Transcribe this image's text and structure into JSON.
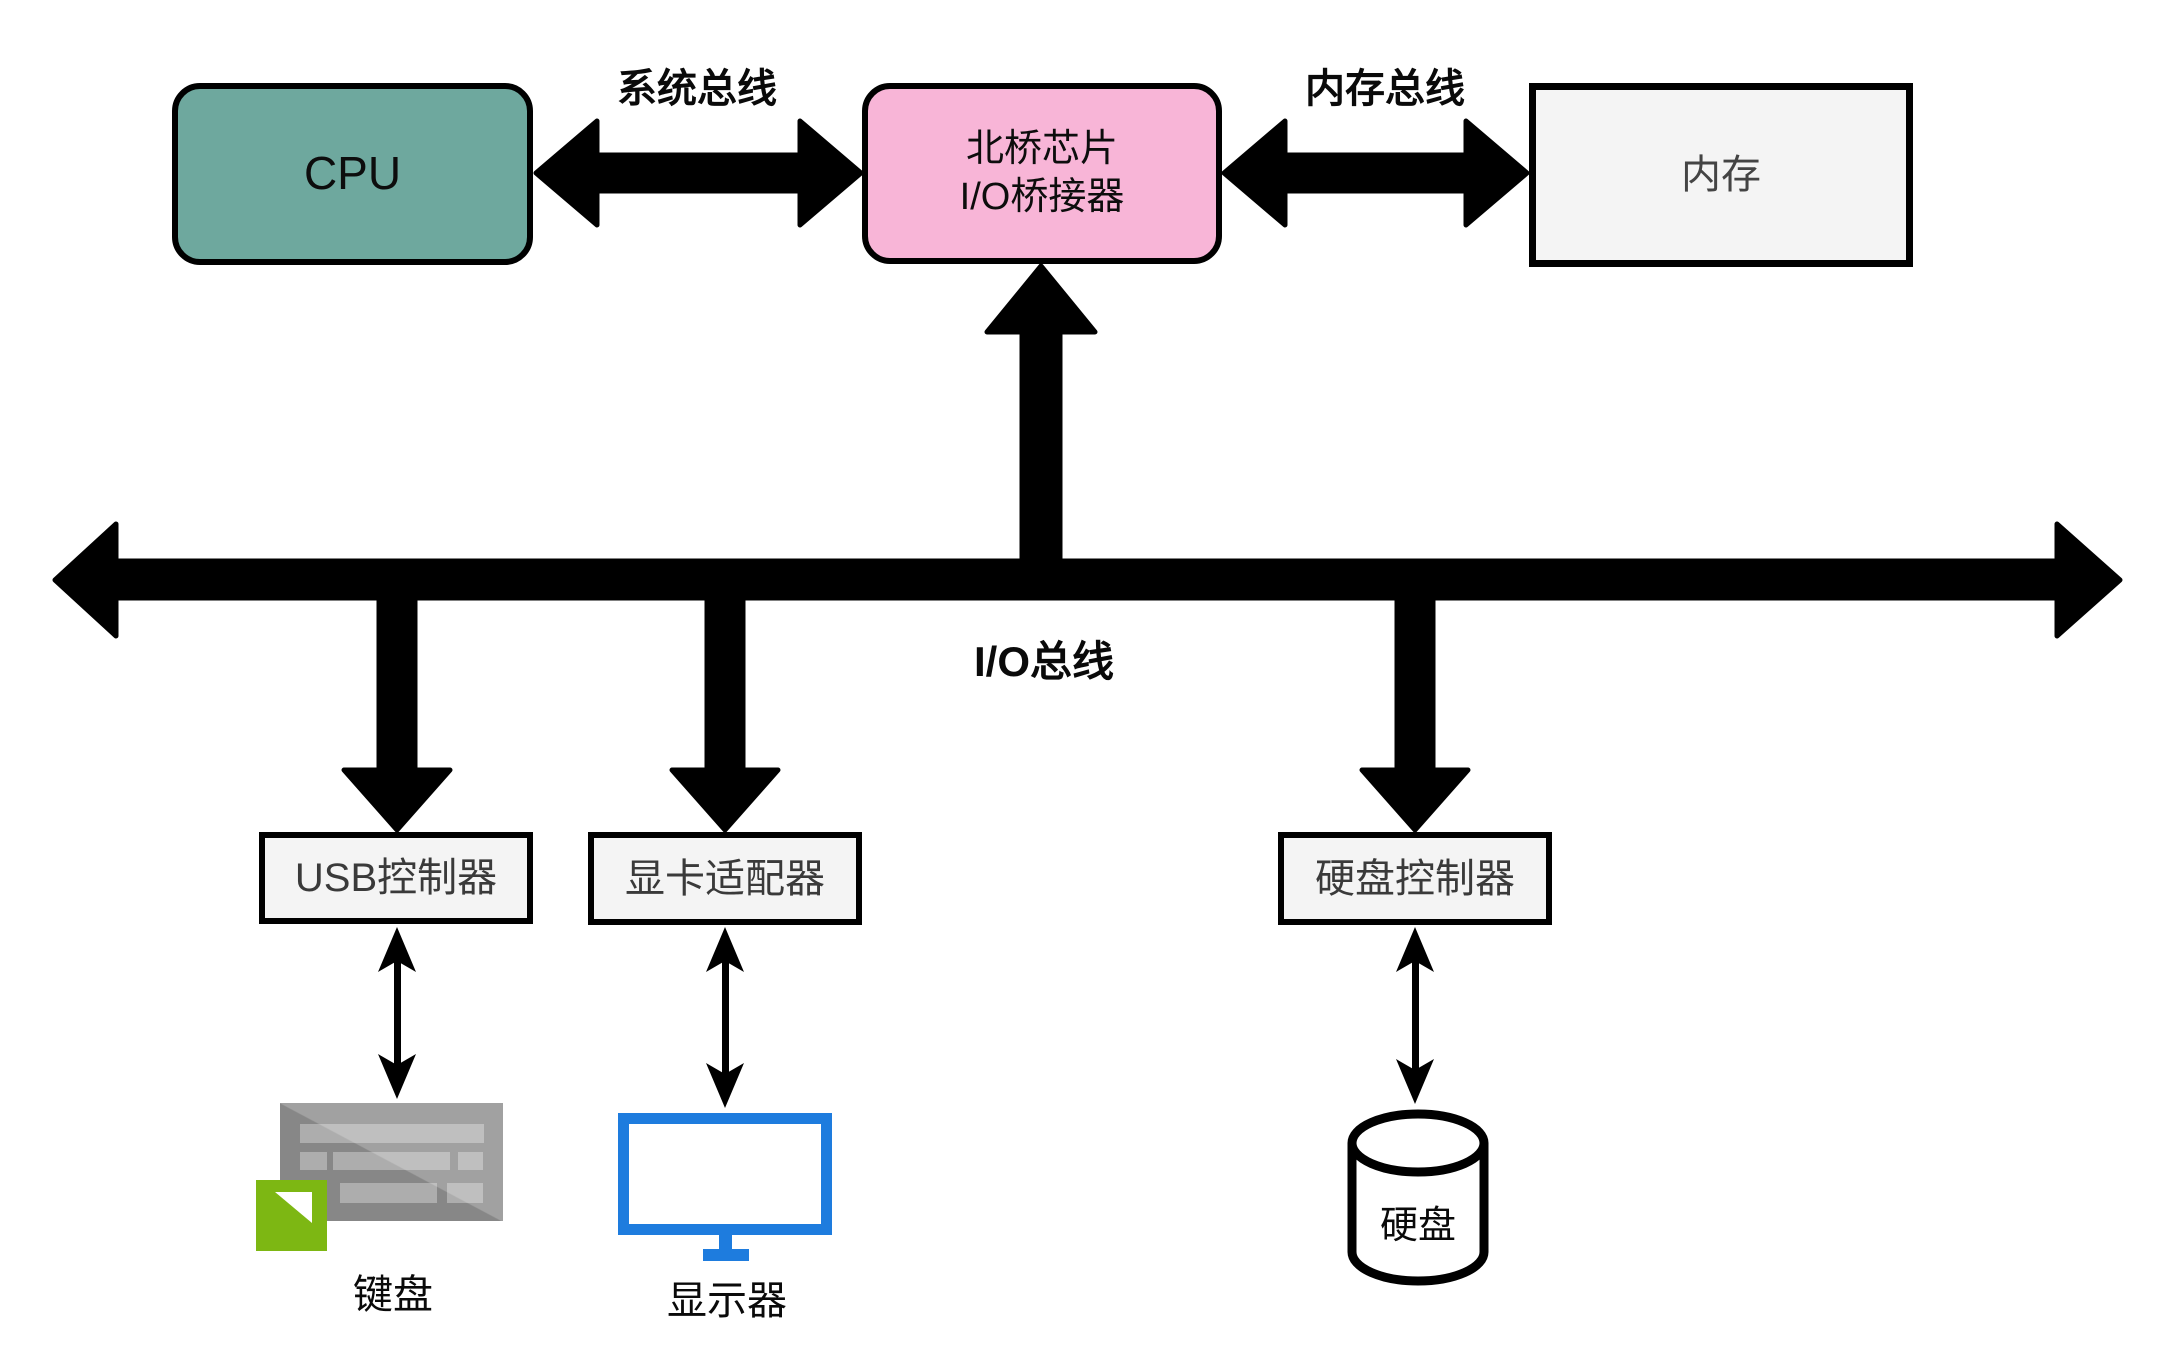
{
  "diagram": {
    "nodes": {
      "cpu": {
        "label": "CPU"
      },
      "northbridge": {
        "line1": "北桥芯片",
        "line2": "I/O桥接器"
      },
      "memory": {
        "label": "内存"
      },
      "usb_controller": {
        "label": "USB控制器"
      },
      "graphics_adapter": {
        "label": "显卡适配器"
      },
      "disk_controller": {
        "label": "硬盘控制器"
      }
    },
    "buses": {
      "system_bus": {
        "label": "系统总线"
      },
      "memory_bus": {
        "label": "内存总线"
      },
      "io_bus": {
        "label": "I/O总线"
      }
    },
    "devices": {
      "keyboard": {
        "label": "键盘"
      },
      "monitor": {
        "label": "显示器"
      },
      "hard_disk": {
        "label": "硬盘"
      }
    },
    "colors": {
      "cpu_fill": "#6EA89E",
      "northbridge_fill": "#F8B5D7",
      "box_fill": "#F4F4F4",
      "monitor_blue": "#1E7CDE",
      "keyboard_green": "#7DB713",
      "arrow_black": "#000000"
    }
  }
}
